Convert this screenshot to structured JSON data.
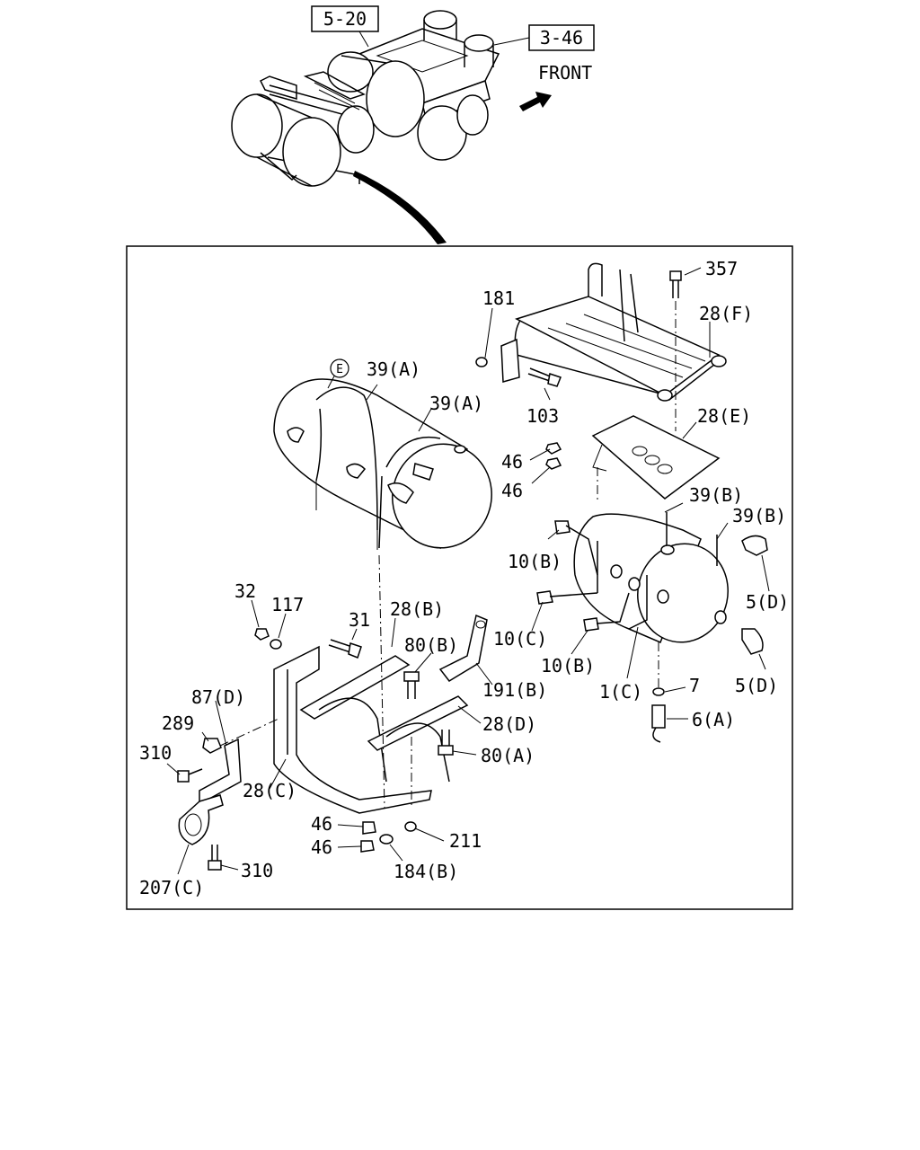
{
  "refs": {
    "overview_top": "5-20",
    "overview_side": "3-46"
  },
  "front_label": "FRONT",
  "marker_e": "E",
  "callouts": {
    "p357": "357",
    "p28F": "28(F)",
    "p181": "181",
    "p103": "103",
    "p28E": "28(E)",
    "p46a": "46",
    "p46b": "46",
    "p39Bb": "39(B)",
    "p39Ba": "39(B)",
    "p39A1": "39(A)",
    "p39A2": "39(A)",
    "p10Ba": "10(B)",
    "p10C": "10(C)",
    "p10Bb": "10(B)",
    "p5Da": "5(D)",
    "p5Db": "5(D)",
    "p1C": "1(C)",
    "p7": "7",
    "p6A": "6(A)",
    "p32": "32",
    "p117": "117",
    "p31": "31",
    "p28B": "28(B)",
    "p80B": "80(B)",
    "p191B": "191(B)",
    "p28D": "28(D)",
    "p80A": "80(A)",
    "p87D": "87(D)",
    "p289": "289",
    "p310a": "310",
    "p28C": "28(C)",
    "p46c": "46",
    "p46d": "46",
    "p211": "211",
    "p184B": "184(B)",
    "p310b": "310",
    "p207C": "207(C)"
  }
}
